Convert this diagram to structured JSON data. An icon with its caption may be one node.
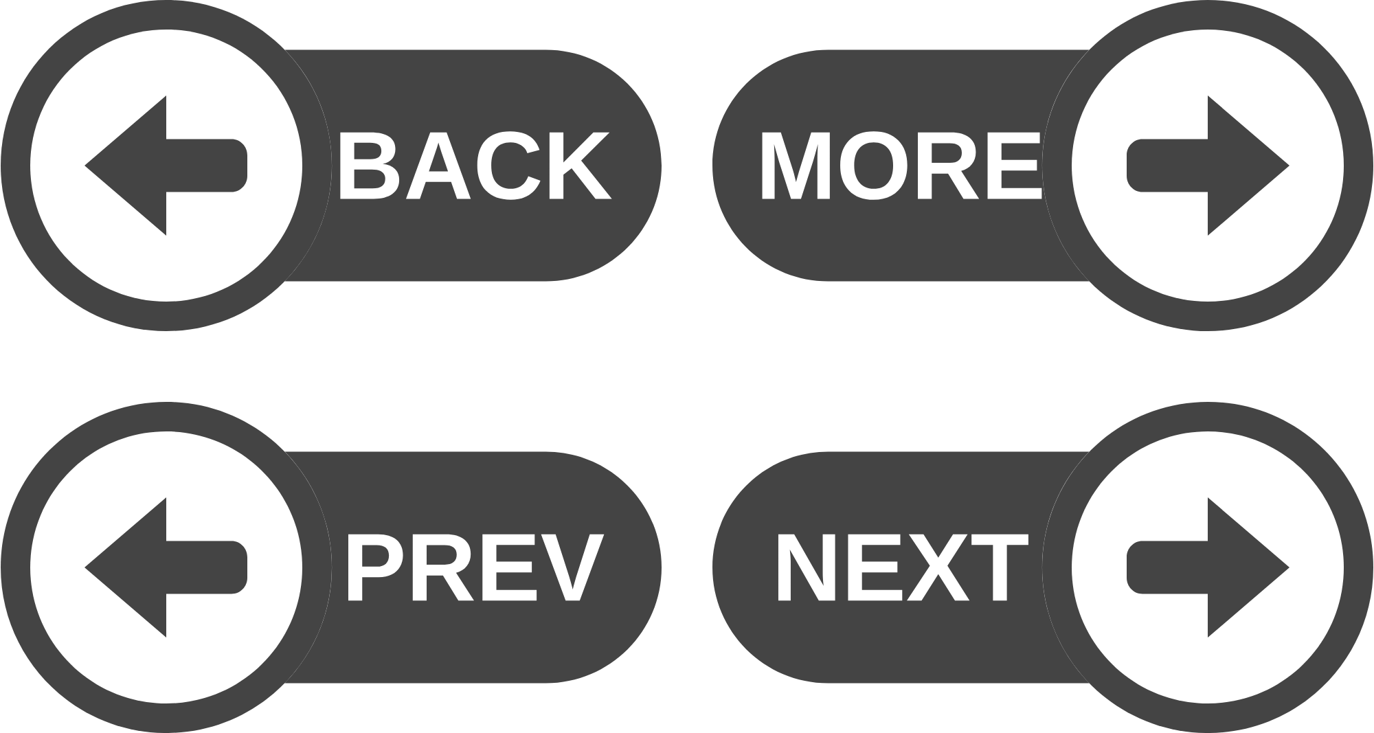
{
  "diagram": {
    "nodes": [
      {
        "text": [
          "BACK"
        ]
      },
      {
        "text": [
          "MORE"
        ]
      },
      {
        "text": [
          "PREV"
        ]
      },
      {
        "text": [
          "NEXT"
        ]
      }
    ]
  }
}
